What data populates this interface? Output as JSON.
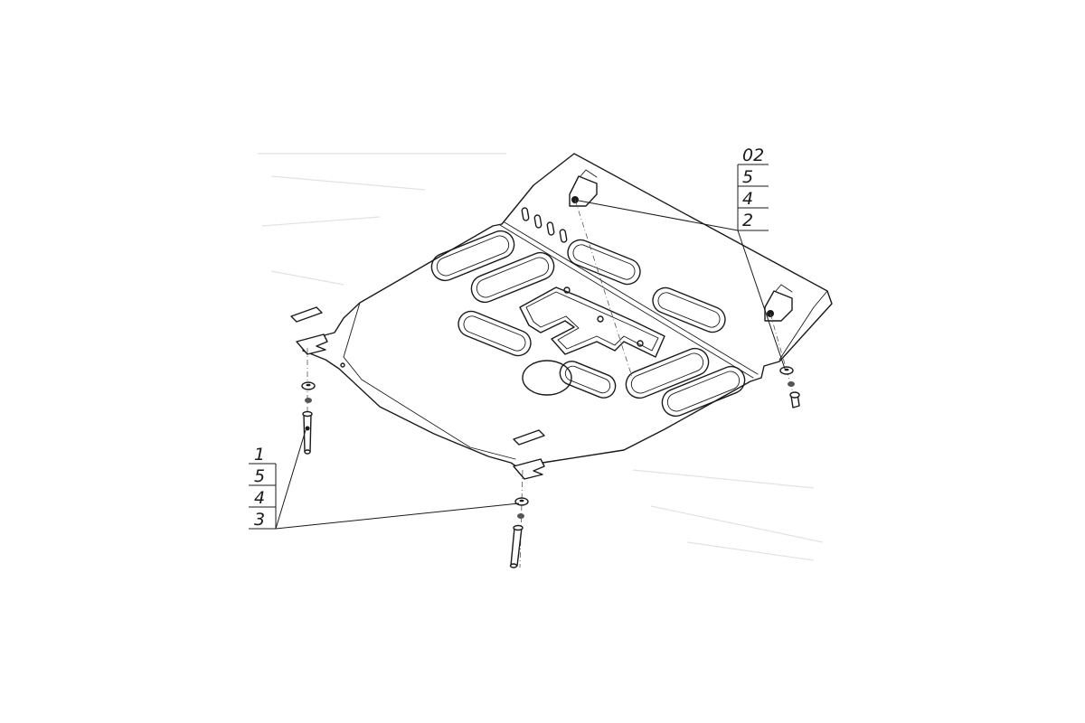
{
  "callouts": {
    "top_right": [
      "02",
      "5",
      "4",
      "2"
    ],
    "bottom_left": [
      "1",
      "5",
      "4",
      "3"
    ]
  },
  "colors": {
    "line": "#1a1a1a",
    "background": "#ffffff"
  }
}
